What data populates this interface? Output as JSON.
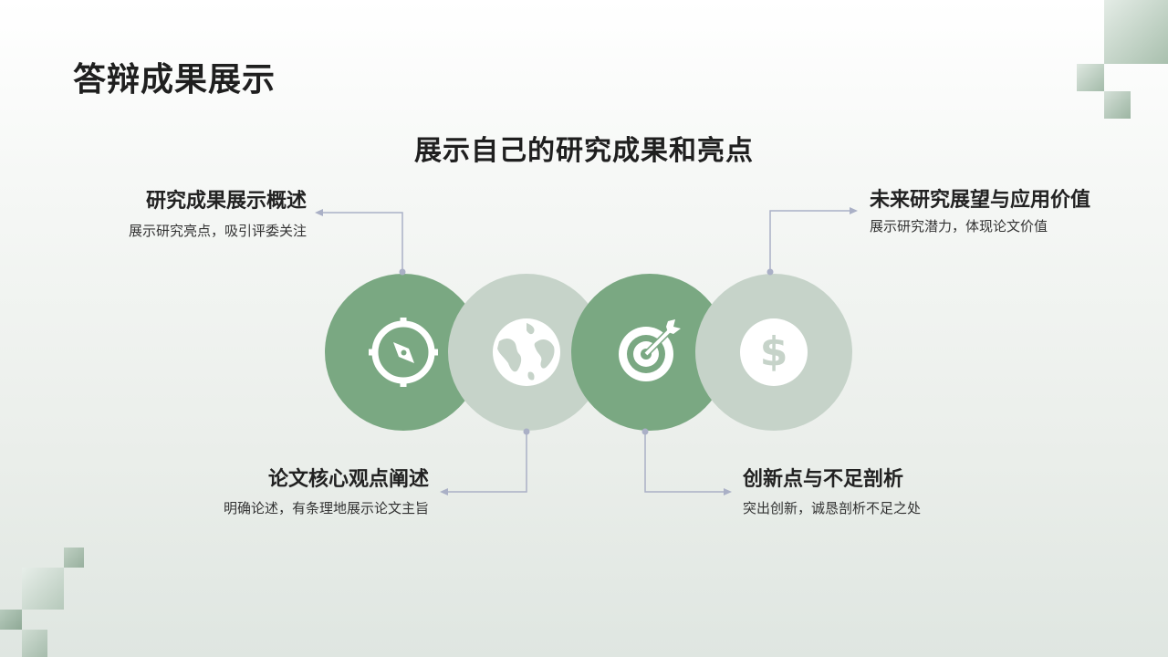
{
  "page_title": "答辩成果展示",
  "subtitle": "展示自己的研究成果和亮点",
  "blocks": {
    "top_left": {
      "title": "研究成果展示概述",
      "desc": "展示研究亮点，吸引评委关注"
    },
    "top_right": {
      "title": "未来研究展望与应用价值",
      "desc": "展示研究潜力，体现论文价值"
    },
    "bottom_left": {
      "title": "论文核心观点阐述",
      "desc": "明确论述，有条理地展示论文主旨"
    },
    "bottom_right": {
      "title": "创新点与不足剖析",
      "desc": "突出创新，诚恳剖析不足之处"
    }
  },
  "circles": [
    {
      "icon": "compass-icon",
      "color": "#7aa882"
    },
    {
      "icon": "globe-icon",
      "color": "#c6d3c9"
    },
    {
      "icon": "target-icon",
      "color": "#7aa882"
    },
    {
      "icon": "dollar-icon",
      "color": "#c6d3c9"
    }
  ],
  "colors": {
    "accent_dark": "#7aa882",
    "accent_light": "#c6d3c9",
    "connector": "#aab0c6",
    "text": "#1f1f1f"
  }
}
